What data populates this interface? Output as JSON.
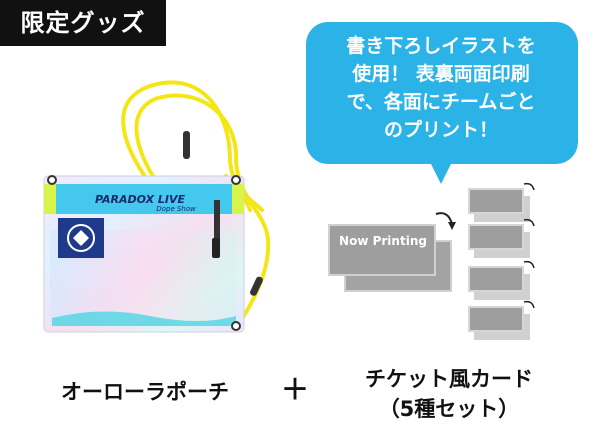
{
  "badge": {
    "label": "限定グッズ"
  },
  "bubble": {
    "lines": [
      "書き下ろしイラストを",
      "使用！ 表裏両面印刷",
      "で、各面にチームごと",
      "のプリント！"
    ]
  },
  "pouch": {
    "label": "オーローラポーチ",
    "logo_text": "PARADOX LIVE",
    "logo_subtext": "Dope Show"
  },
  "plus": "＋",
  "cards": {
    "placeholder": "Now Printing",
    "label_lines": [
      "チケット風カード",
      "（5種セット）"
    ]
  },
  "colors": {
    "badge_bg": "#111111",
    "bubble": "#2bb3e8",
    "cord": "#f4e614",
    "pouch_band": "#44c8ee",
    "card_gray": "#9e9e9e"
  }
}
